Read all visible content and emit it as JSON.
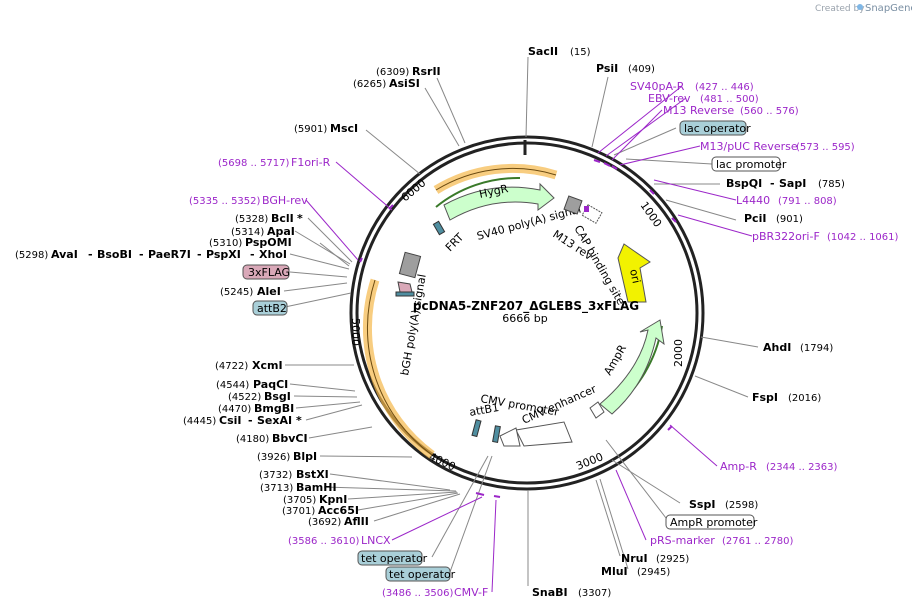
{
  "credit": {
    "created_by": "Created by",
    "brand": "SnapGene"
  },
  "plasmid": {
    "name": "pcDNA5-ZNF207_ΔGLEBS_3xFLAG",
    "length": "6666 bp"
  },
  "colors": {
    "primer": "#9c27c9",
    "operator_fill": "#a9cfd8",
    "promoter_fill": "#ffffff",
    "ori_fill": "#f2f200",
    "ampr_fill": "#ccffcc",
    "hygr_fill": "#ccffcc",
    "f1ori_fill": "#f5b84a",
    "polyA_fill": "#9e9e9e",
    "flag_fill": "#d9a8b8"
  },
  "ring_ticks": [
    "1000",
    "2000",
    "3000",
    "4000",
    "5000",
    "6000"
  ],
  "enzymes": [
    {
      "name": "SacII",
      "pos": "(15)"
    },
    {
      "name": "PsiI",
      "pos": "(409)"
    },
    {
      "name": "RsrII",
      "pos": "(6309)"
    },
    {
      "name": "AsiSI",
      "pos": "(6265)"
    },
    {
      "name": "MscI",
      "pos": "(5901)"
    },
    {
      "name": "BspQI",
      "sep": "-",
      "name2": "SapI",
      "pos": "(785)"
    },
    {
      "name": "PciI",
      "pos": "(901)"
    },
    {
      "name": "BclI",
      "star": "*",
      "pos": "(5328)"
    },
    {
      "name": "ApaI",
      "pos": "(5314)"
    },
    {
      "name": "PspOMI",
      "pos": "(5310)"
    },
    {
      "name": "AvaI",
      "pos": "(5298)",
      "extra": [
        "BsoBI",
        "PaeR7I",
        "PspXI",
        "XhoI"
      ]
    },
    {
      "name": "AleI",
      "pos": "(5245)"
    },
    {
      "name": "AhdI",
      "pos": "(1794)"
    },
    {
      "name": "FspI",
      "pos": "(2016)"
    },
    {
      "name": "XcmI",
      "pos": "(4722)"
    },
    {
      "name": "PaqCI",
      "pos": "(4544)"
    },
    {
      "name": "BsgI",
      "pos": "(4522)"
    },
    {
      "name": "BmgBI",
      "pos": "(4470)"
    },
    {
      "name": "CsiI",
      "sep": "-",
      "name2": "SexAI",
      "star": "*",
      "pos": "(4445)"
    },
    {
      "name": "BbvCI",
      "pos": "(4180)"
    },
    {
      "name": "BlpI",
      "pos": "(3926)"
    },
    {
      "name": "BstXI",
      "pos": "(3732)"
    },
    {
      "name": "BamHI",
      "pos": "(3713)"
    },
    {
      "name": "KpnI",
      "pos": "(3705)"
    },
    {
      "name": "Acc65I",
      "pos": "(3701)"
    },
    {
      "name": "AflII",
      "pos": "(3692)"
    },
    {
      "name": "SspI",
      "pos": "(2598)"
    },
    {
      "name": "NruI",
      "pos": "(2925)"
    },
    {
      "name": "MluI",
      "pos": "(2945)"
    },
    {
      "name": "SnaBI",
      "pos": "(3307)"
    }
  ],
  "primers": [
    {
      "name": "SV40pA-R",
      "range": "(427 .. 446)"
    },
    {
      "name": "EBV-rev",
      "range": "(481 .. 500)"
    },
    {
      "name": "M13 Reverse",
      "range": "(560 .. 576)"
    },
    {
      "name": "M13/pUC Reverse",
      "range": "(573 .. 595)"
    },
    {
      "name": "L4440",
      "range": "(791 .. 808)"
    },
    {
      "name": "pBR322ori-F",
      "range": "(1042 .. 1061)"
    },
    {
      "name": "F1ori-R",
      "range": "(5698 .. 5717)"
    },
    {
      "name": "BGH-rev",
      "range": "(5335 .. 5352)"
    },
    {
      "name": "Amp-R",
      "range": "(2344 .. 2363)"
    },
    {
      "name": "pRS-marker",
      "range": "(2761 .. 2780)"
    },
    {
      "name": "LNCX",
      "range": "(3586 .. 3610)"
    },
    {
      "name": "CMV-F",
      "range": "(3486 .. 3506)"
    }
  ],
  "boxed_features": [
    {
      "name": "lac operator",
      "kind": "operator"
    },
    {
      "name": "lac promoter",
      "kind": "promoter"
    },
    {
      "name": "3xFLAG",
      "kind": "flag"
    },
    {
      "name": "attB2",
      "kind": "operator"
    },
    {
      "name": "AmpR promoter",
      "kind": "promoter"
    },
    {
      "name": "tet operator",
      "kind": "operator"
    },
    {
      "name": "tet operator",
      "kind": "operator"
    }
  ],
  "inner_features": [
    {
      "name": "HygR"
    },
    {
      "name": "FRT"
    },
    {
      "name": "SV40 poly(A) signal"
    },
    {
      "name": "M13 rev"
    },
    {
      "name": "CAP binding site"
    },
    {
      "name": "ori"
    },
    {
      "name": "AmpR"
    },
    {
      "name": "CMV enhancer"
    },
    {
      "name": "CMV promoter"
    },
    {
      "name": "attB1"
    },
    {
      "name": "bGH poly(A) signal"
    }
  ]
}
